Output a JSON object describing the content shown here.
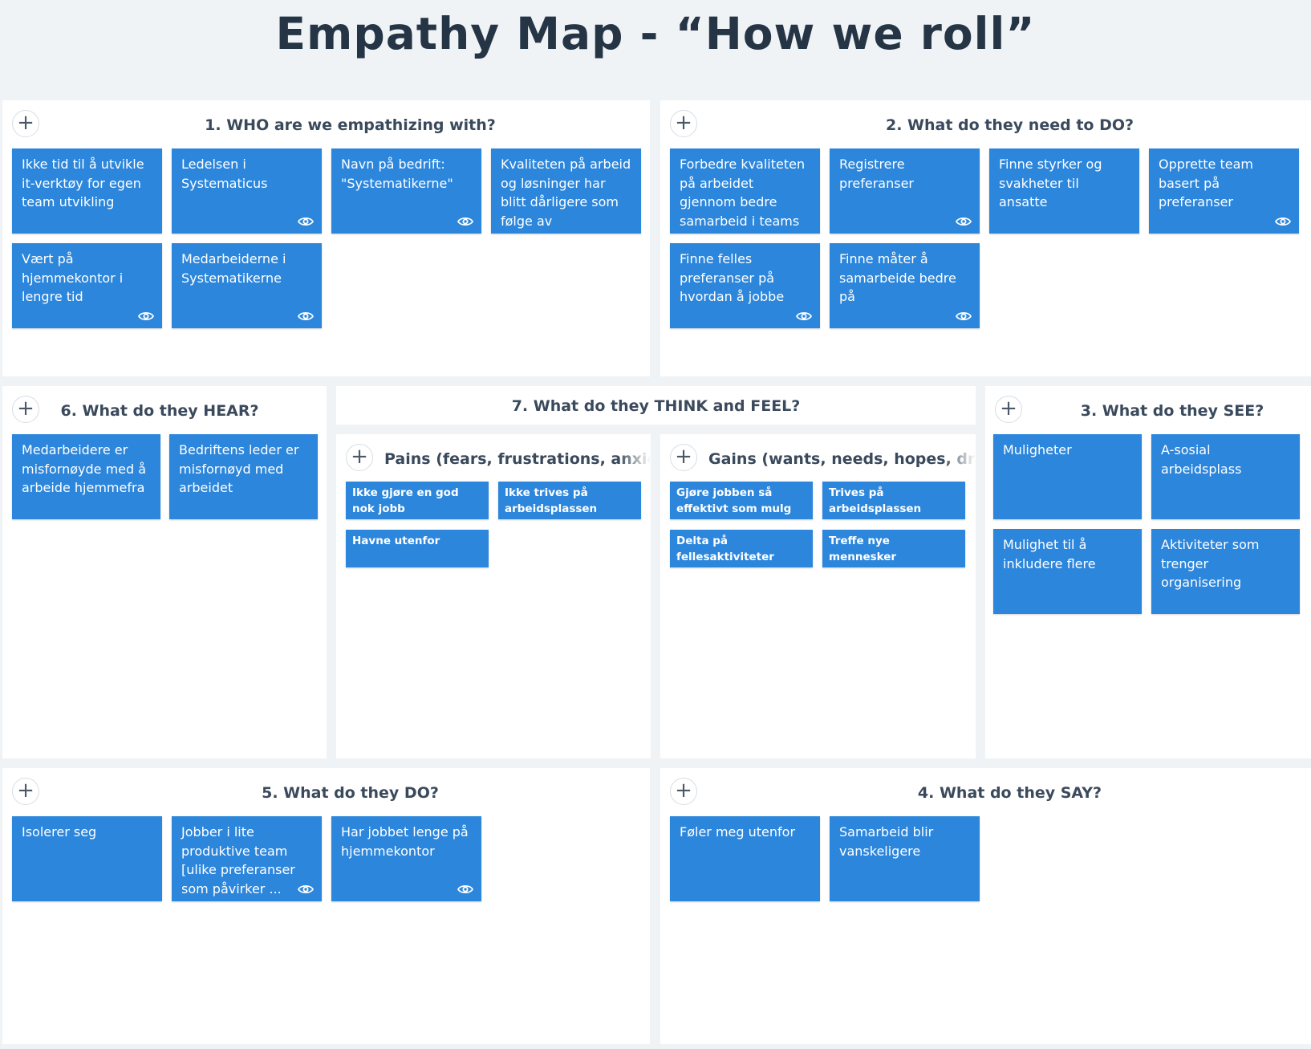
{
  "page": {
    "title": "Empathy Map - “How we roll”"
  },
  "panels": {
    "who": {
      "title": "1. WHO are we empathizing with?",
      "cards": [
        {
          "text": "Ikke tid til å utvikle it-verktøy for egen team utvikling",
          "eye": false
        },
        {
          "text": "Ledelsen i Systematicus",
          "eye": true
        },
        {
          "text": "Navn på bedrift: \"Systematikerne\"",
          "eye": true
        },
        {
          "text": "Kvaliteten på arbeid og løsninger har blitt dårligere som følge av hjemmekontor.",
          "eye": false
        },
        {
          "text": "Vært på hjemmekontor i lengre tid",
          "eye": true
        },
        {
          "text": "Medarbeiderne i Systematikerne",
          "eye": true
        }
      ]
    },
    "need": {
      "title": "2. What do they need to DO?",
      "cards": [
        {
          "text": "Forbedre kvaliteten på arbeidet gjennom bedre samarbeid i teams",
          "eye": false
        },
        {
          "text": "Registrere preferanser",
          "eye": true
        },
        {
          "text": "Finne styrker og svakheter til ansatte",
          "eye": false
        },
        {
          "text": "Opprette team basert på preferanser",
          "eye": true
        },
        {
          "text": "Finne felles preferanser på hvordan å jobbe",
          "eye": true
        },
        {
          "text": "Finne måter å samarbeide bedre på",
          "eye": true
        }
      ]
    },
    "hear": {
      "title": "6. What do they HEAR?",
      "cards": [
        {
          "text": "Medarbeidere er misfornøyde med å arbeide hjemmefra"
        },
        {
          "text": "Bedriftens leder er misfornøyd med arbeidet"
        }
      ]
    },
    "think": {
      "title": "7. What do they THINK and FEEL?",
      "pains": {
        "title": "Pains (fears, frustrations, anxieties)",
        "cards": [
          {
            "text": "Ikke gjøre en god nok jobb"
          },
          {
            "text": "Ikke trives på arbeidsplassen"
          },
          {
            "text": "Havne utenfor"
          }
        ]
      },
      "gains": {
        "title": "Gains (wants, needs, hopes, dreams)",
        "cards": [
          {
            "text": "Gjøre jobben så effektivt som mulg"
          },
          {
            "text": "Trives på arbeidsplassen"
          },
          {
            "text": "Delta på fellesaktiviteter"
          },
          {
            "text": "Treffe nye mennesker"
          }
        ]
      }
    },
    "see": {
      "title": "3. What do they SEE?",
      "cards": [
        {
          "text": "Muligheter"
        },
        {
          "text": "A-sosial arbeidsplass"
        },
        {
          "text": "Mulighet til å inkludere flere"
        },
        {
          "text": "Aktiviteter som trenger organisering"
        }
      ]
    },
    "do": {
      "title": "5. What do they DO?",
      "cards": [
        {
          "text": "Isolerer seg",
          "eye": false
        },
        {
          "text": "Jobber i lite produktive team [ulike preferanser som påvirker ...",
          "eye": true
        },
        {
          "text": "Har jobbet lenge på hjemmekontor",
          "eye": true
        }
      ]
    },
    "say": {
      "title": "4. What do they SAY?",
      "cards": [
        {
          "text": "Føler meg utenfor"
        },
        {
          "text": "Samarbeid blir vanskeligere"
        }
      ]
    }
  },
  "icons": {
    "add": "plus-icon",
    "view": "eye-icon"
  },
  "colors": {
    "card": "#2c86dc",
    "background": "#eff3f6",
    "title": "#263545"
  }
}
